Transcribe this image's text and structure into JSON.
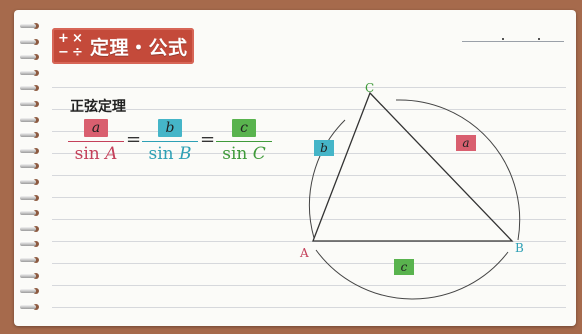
{
  "badge": {
    "ops": [
      "+",
      "×",
      "−",
      "÷"
    ],
    "title": "定理・公式"
  },
  "theorem_name": "正弦定理",
  "formula": {
    "terms": [
      {
        "numerator": "a",
        "den_fn": "sin",
        "den_var": "A",
        "box_color": "#d95f6f",
        "text_color": "#c4405a"
      },
      {
        "numerator": "b",
        "den_fn": "sin",
        "den_var": "B",
        "box_color": "#45b5c8",
        "text_color": "#2ea0b5"
      },
      {
        "numerator": "c",
        "den_fn": "sin",
        "den_var": "C",
        "box_color": "#59b34e",
        "text_color": "#3f9a3a"
      }
    ],
    "equals": "="
  },
  "diagram": {
    "vertices": {
      "A": {
        "label": "A",
        "color": "#c4405a"
      },
      "B": {
        "label": "B",
        "color": "#2ea0b5"
      },
      "C": {
        "label": "C",
        "color": "#3f9a3a"
      }
    },
    "sides": {
      "a": {
        "label": "a",
        "color": "#d95f6f"
      },
      "b": {
        "label": "b",
        "color": "#45b5c8"
      },
      "c": {
        "label": "c",
        "color": "#59b34e"
      }
    }
  },
  "colors": {
    "background": "#a66a4c",
    "card": "#fbfbf8",
    "badge": "#c44a3a",
    "ink": "#333333"
  }
}
